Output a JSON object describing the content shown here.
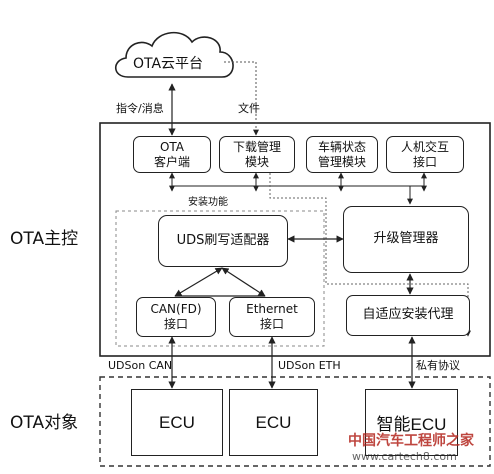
{
  "cloud": {
    "label": "OTA云平台"
  },
  "links": {
    "cmd_msg": "指令/消息",
    "file": "文件",
    "install_func": "安装功能",
    "uds_can": "UDSon CAN",
    "uds_eth": "UDSon ETH",
    "private_proto": "私有协议"
  },
  "sections": {
    "master": "OTA主控",
    "target": "OTA对象"
  },
  "modules": {
    "ota_client": {
      "line1": "OTA",
      "line2": "客户端"
    },
    "download_mgr": {
      "line1": "下载管理",
      "line2": "模块"
    },
    "vehicle_state": {
      "line1": "车辆状态",
      "line2": "管理模块"
    },
    "hmi": {
      "line1": "人机交互",
      "line2": "接口"
    },
    "uds_adapter": {
      "label": "UDS刷写适配器"
    },
    "upgrade_mgr": {
      "label": "升级管理器"
    },
    "can_fd": {
      "line1": "CAN(FD)",
      "line2": "接口"
    },
    "ethernet": {
      "line1": "Ethernet",
      "line2": "接口"
    },
    "adaptive_agent": {
      "label": "自适应安装代理"
    }
  },
  "ecus": {
    "ecu1": "ECU",
    "ecu2": "ECU",
    "smart_ecu": "智能ECU"
  },
  "watermark": {
    "cn": "中国汽车工程师之家",
    "url": "www.cartech8.com"
  }
}
